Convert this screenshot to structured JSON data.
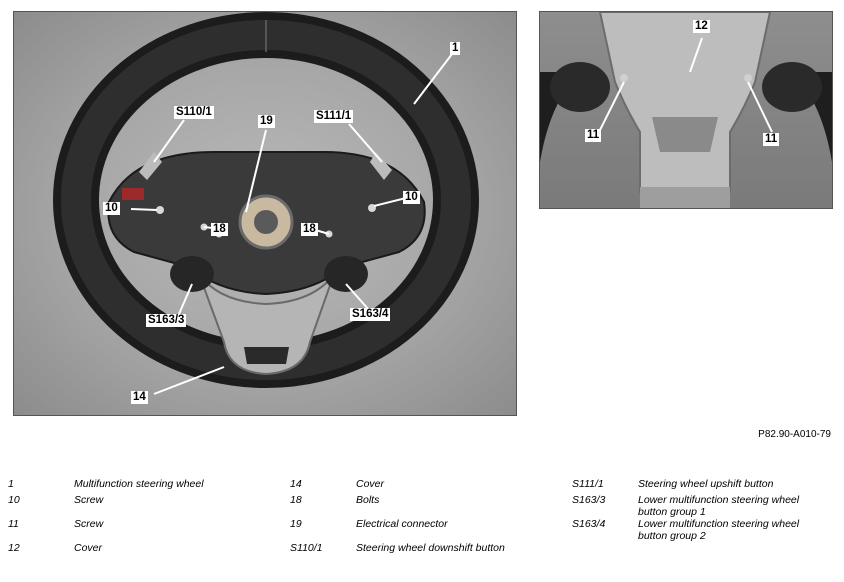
{
  "callouts": {
    "c1": "1",
    "c12": "12",
    "c11a": "11",
    "c11b": "11",
    "s110": "S110/1",
    "s111": "S111/1",
    "c19": "19",
    "c10a": "10",
    "c10b": "10",
    "c18a": "18",
    "c18b": "18",
    "s163_3": "S163/3",
    "s163_4": "S163/4",
    "c14": "14"
  },
  "figure_ref": "P82.90-A010-79",
  "legend": [
    {
      "code1": "1",
      "desc1": "Multifunction steering wheel",
      "code2": "14",
      "desc2": "Cover",
      "code3": "S111/1",
      "desc3": "Steering wheel upshift button"
    },
    {
      "code1": "10",
      "desc1": "Screw",
      "code2": "18",
      "desc2": "Bolts",
      "code3": "S163/3",
      "desc3": "Lower multifunction steering wheel button group 1"
    },
    {
      "code1": "11",
      "desc1": "Screw",
      "code2": "19",
      "desc2": "Electrical connector",
      "code3": "S163/4",
      "desc3": "Lower multifunction steering wheel button group 2"
    },
    {
      "code1": "12",
      "desc1": "Cover",
      "code2": "S110/1",
      "desc2": "Steering wheel downshift button",
      "code3": "",
      "desc3": ""
    }
  ]
}
